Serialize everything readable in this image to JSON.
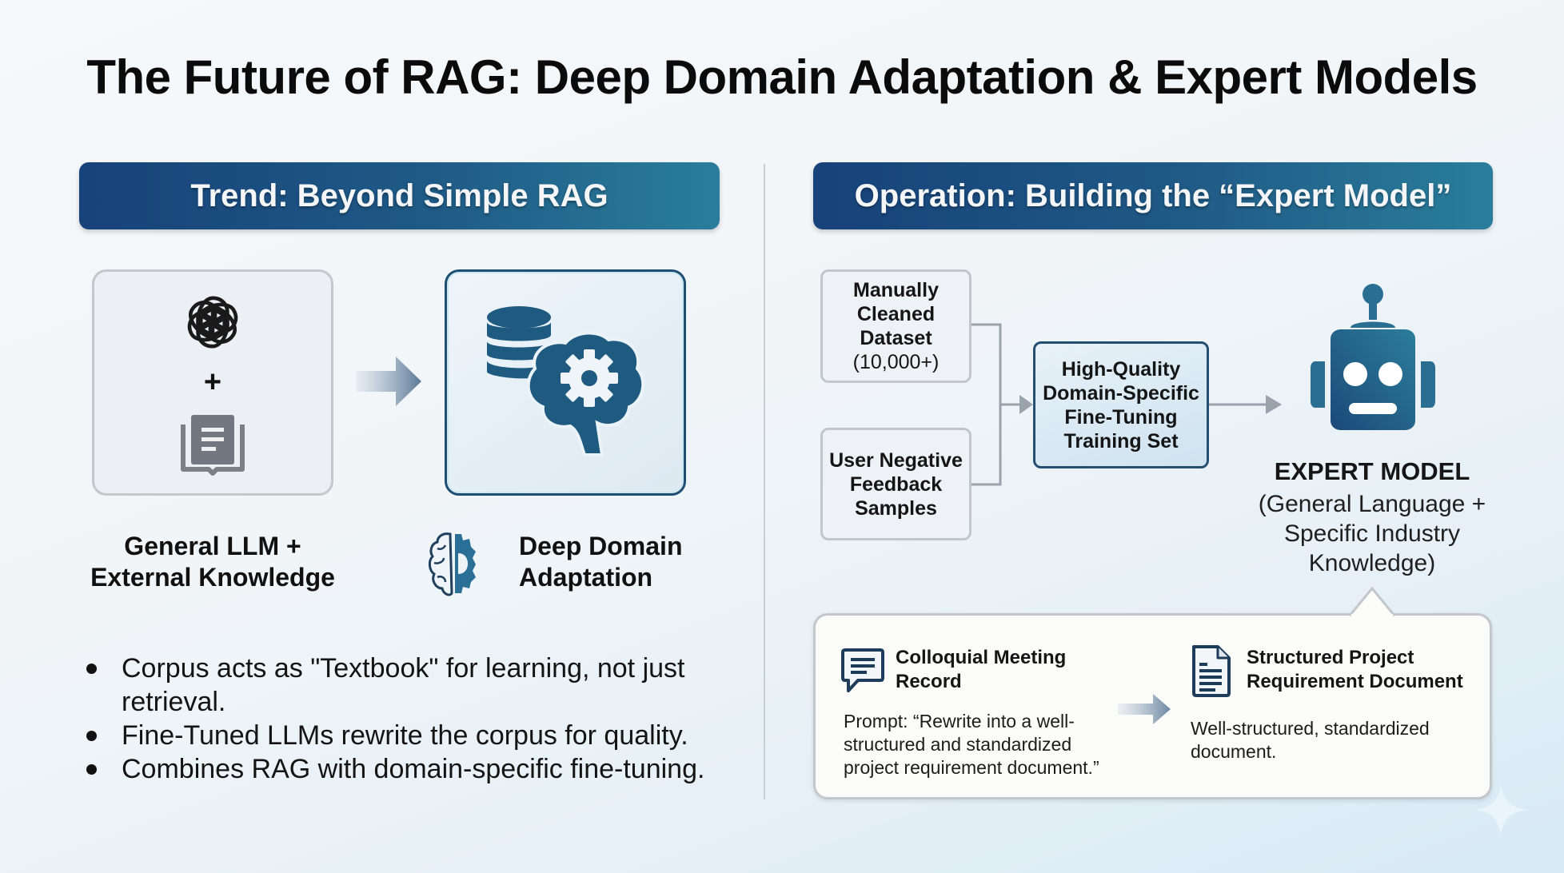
{
  "title": "The Future of RAG: Deep Domain Adaptation & Expert Models",
  "left_panel": {
    "header": "Trend: Beyond Simple RAG",
    "general_tile": {
      "icons": [
        "openai-logo-icon",
        "plus-icon",
        "document-book-icon"
      ],
      "plus": "+",
      "label_line1": "General LLM +",
      "label_line2": "External Knowledge"
    },
    "deep_tile": {
      "icons": [
        "database-icon",
        "brain-gear-icon"
      ],
      "label_line1": "Deep Domain",
      "label_line2": "Adaptation",
      "label_icon": "brain-half-gear-icon"
    },
    "bullets": [
      "Corpus acts as \"Textbook\" for learning, not just retrieval.",
      "Fine-Tuned LLMs rewrite the corpus for quality.",
      "Combines RAG with domain-specific fine-tuning."
    ]
  },
  "right_panel": {
    "header": "Operation: Building the “Expert Model”",
    "inputs": [
      {
        "lines": [
          "Manually",
          "Cleaned",
          "Dataset"
        ],
        "count": "(10,000+)"
      },
      {
        "lines": [
          "User Negative",
          "Feedback",
          "Samples"
        ]
      }
    ],
    "training_set": [
      "High-Quality",
      "Domain-Specific",
      "Fine-Tuning",
      "Training Set"
    ],
    "expert": {
      "icon": "robot-icon",
      "title": "EXPERT MODEL",
      "desc_lines": [
        "(General Language +",
        "Specific Industry",
        "Knowledge)"
      ]
    },
    "example": {
      "source": {
        "icon": "chat-bubble-icon",
        "title_lines": [
          "Colloquial Meeting",
          "Record"
        ],
        "body_lines": [
          "Prompt: “Rewrite into a well-",
          "structured and standardized",
          "project requirement document.”"
        ]
      },
      "target": {
        "icon": "document-icon",
        "title_lines": [
          "Structured Project",
          "Requirement Document"
        ],
        "body_lines": [
          "Well-structured, standardized",
          "document."
        ]
      }
    }
  },
  "decor": {
    "sparkle_icon": "sparkle-icon"
  },
  "colors": {
    "header_start": "#17427a",
    "header_end": "#2a7e9b",
    "icon_blue": "#1f5a80",
    "connector_gray": "#9aa3ab"
  }
}
